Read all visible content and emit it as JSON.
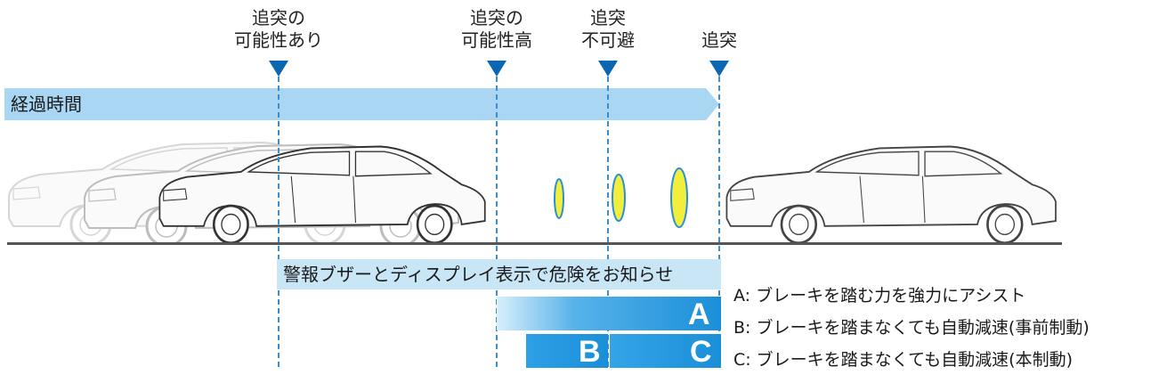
{
  "stages": [
    {
      "line1": "追突",
      "line2": "の可能性あり"
    },
    {
      "line1": "追突の",
      "line2": "可能性高"
    },
    {
      "line1": "追突",
      "line2": "不可避"
    },
    {
      "line1": "追突",
      "line2": ""
    }
  ],
  "time_axis_label": "経過時間",
  "warning_text": "警報ブザーとディスプレイ表示で危険をお知らせ",
  "phases": {
    "a": "A",
    "b": "B",
    "c": "C"
  },
  "legend": [
    {
      "key": "A:",
      "text": "ブレーキを踏む力を強力にアシスト"
    },
    {
      "key": "B:",
      "text": "ブレーキを踏まなくても自動減速(事前制動)"
    },
    {
      "key": "C:",
      "text": "ブレーキを踏まなくても自動減速(本制動)"
    }
  ],
  "colors": {
    "marker": "#0b67b2",
    "time_bar": "#a9d7f3",
    "warning_bar": "#c9e6f7",
    "phase_fill": "#1a8fd8",
    "brake_light": "#f2ee3c"
  }
}
